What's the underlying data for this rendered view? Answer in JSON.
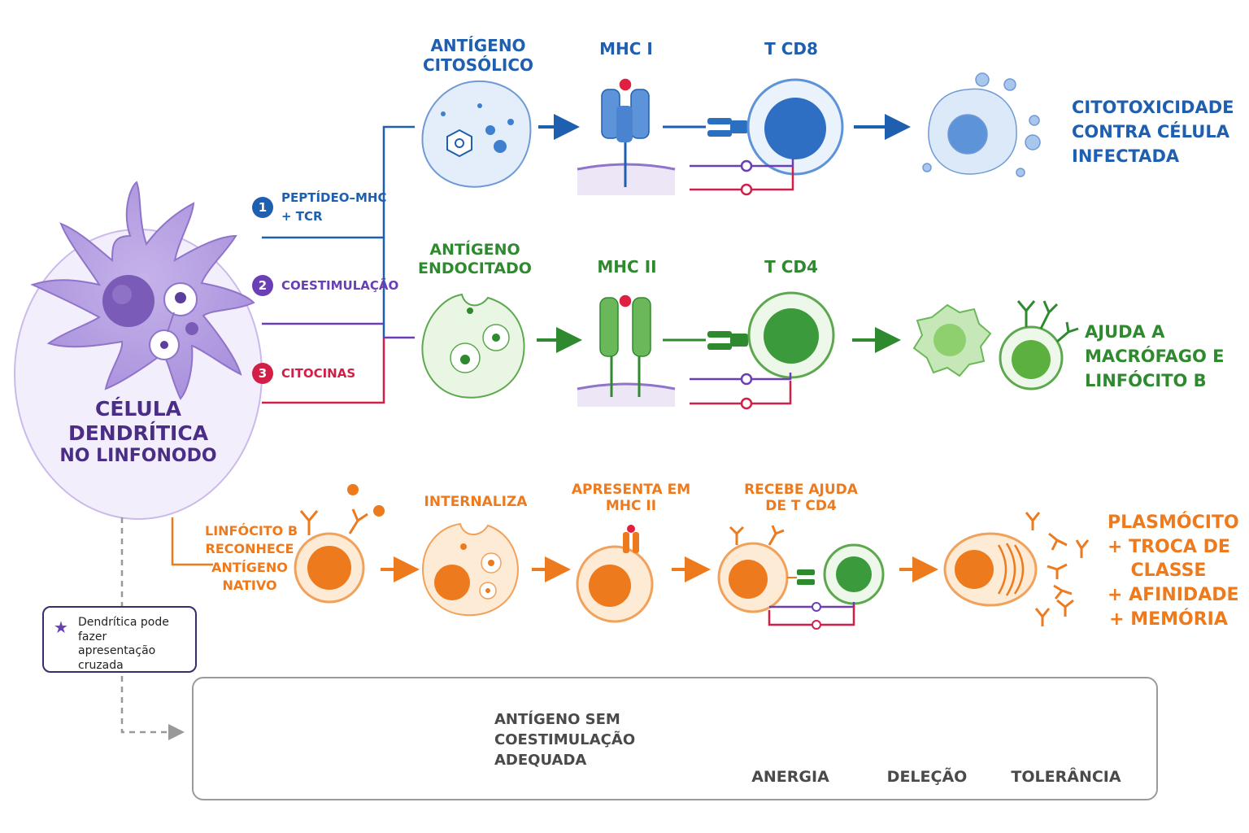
{
  "dendritic": {
    "title": [
      "CÉLULA",
      "DENDRÍTICA",
      "NO LINFONODO"
    ]
  },
  "signals": [
    {
      "num": "1",
      "lines": [
        "PEPTÍDEO–MHC",
        "+ TCR"
      ],
      "color": "#1f5fb0"
    },
    {
      "num": "2",
      "lines": [
        "COESTIMULAÇÃO"
      ],
      "color": "#6a3fb5"
    },
    {
      "num": "3",
      "lines": [
        "CITOCINAS"
      ],
      "color": "#d21f48"
    }
  ],
  "row_cd8": {
    "antigen": [
      "ANTÍGENO",
      "CITOSÓLICO"
    ],
    "mhc": "MHC I",
    "tcell": "T CD8",
    "outcome": [
      "CITOTOXICIDADE",
      "CONTRA CÉLULA",
      "INFECTADA"
    ]
  },
  "row_cd4": {
    "antigen": [
      "ANTÍGENO",
      "ENDOCITADO"
    ],
    "mhc": "MHC II",
    "tcell": "T CD4",
    "outcome": [
      "AJUDA A",
      "MACRÓFAGO E",
      "LINFÓCITO B"
    ]
  },
  "row_b": {
    "recognize": [
      "LINFÓCITO B",
      "RECONHECE",
      "ANTÍGENO",
      "NATIVO"
    ],
    "internalize": "INTERNALIZA",
    "present": [
      "APRESENTA EM",
      "MHC II"
    ],
    "help": [
      "RECEBE AJUDA",
      "DE T CD4"
    ],
    "outcome": [
      "PLASMÓCITO",
      "+ TROCA DE",
      "CLASSE",
      "+ AFINIDADE",
      "+ MEMÓRIA"
    ]
  },
  "note": {
    "text": [
      "Dendrítica pode",
      "fazer apresentação",
      "cruzada"
    ]
  },
  "tolerance": {
    "condition": [
      "ANTÍGENO SEM",
      "COESTIMULAÇÃO",
      "ADEQUADA"
    ],
    "outcomes": [
      "ANERGIA",
      "DELEÇÃO",
      "TOLERÂNCIA"
    ]
  },
  "colors": {
    "cd8": "#1f5fb0",
    "cd4": "#2f8a2f",
    "b": "#ee7a1e",
    "dendritic": "#6a3fb5",
    "cytokine": "#d21f48",
    "gray": "#4a4a4a"
  }
}
